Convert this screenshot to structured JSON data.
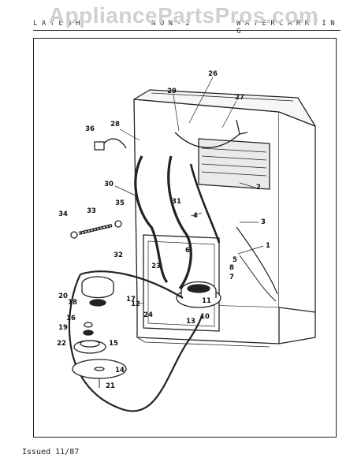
{
  "watermark": "AppliancePartsPros.com",
  "header": {
    "left": "L A T E  3 H",
    "center": "N O N - 2",
    "right": "W A T E R  C A R R Y I N G"
  },
  "footer": "Issued 11/87",
  "callouts": [
    "26",
    "29",
    "27",
    "36",
    "28",
    "2",
    "30",
    "31",
    "4",
    "3",
    "33",
    "35",
    "34",
    "1",
    "32",
    "5",
    "6",
    "23",
    "8",
    "7",
    "20",
    "17",
    "18",
    "11",
    "12",
    "24",
    "10",
    "13",
    "16",
    "19",
    "15",
    "22",
    "14",
    "21"
  ]
}
